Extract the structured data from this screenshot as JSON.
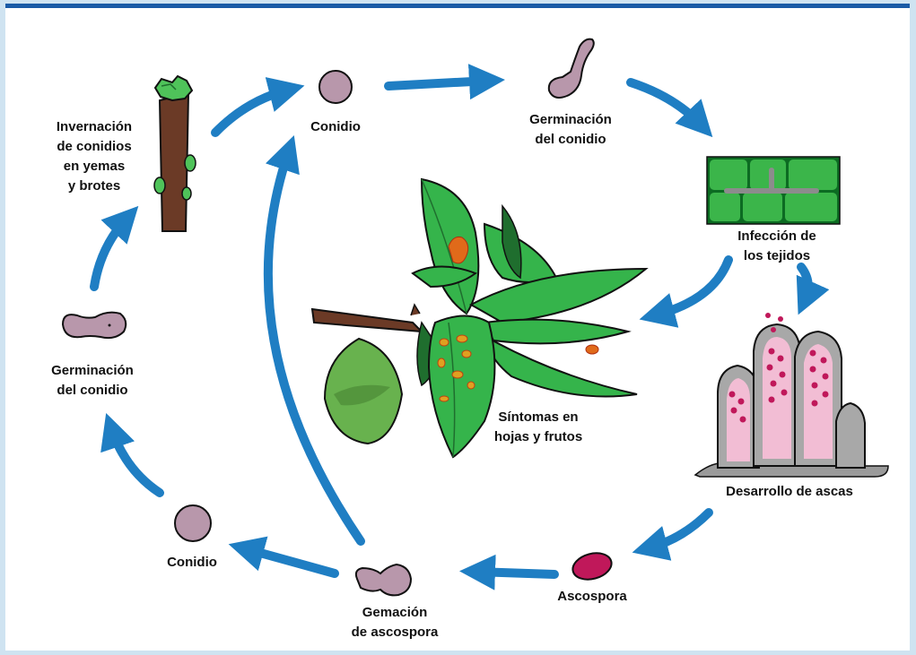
{
  "labels": {
    "invernacion": [
      "Invernación",
      "de conidios",
      "en yemas",
      "y brotes"
    ],
    "conidio_top": "Conidio",
    "germinacion_top": [
      "Germinación",
      "del conidio"
    ],
    "infeccion": [
      "Infección de",
      "los tejidos"
    ],
    "sintomas": [
      "Síntomas en",
      "hojas y frutos"
    ],
    "desarrollo": "Desarrollo de ascas",
    "ascospora": "Ascospora",
    "gemacion": [
      "Gemación",
      "de ascospora"
    ],
    "conidio_bottom": "Conidio",
    "germinacion_left": [
      "Germinación",
      "del conidio"
    ]
  },
  "colors": {
    "arrow": "#1f7ec3",
    "spore": "#b897ab",
    "ascospore": "#c0185a",
    "leaf": "#2fa84a",
    "leaf_dark": "#1f6e2e",
    "branch": "#6b3a26",
    "frame_top": "#1a5aa6"
  }
}
